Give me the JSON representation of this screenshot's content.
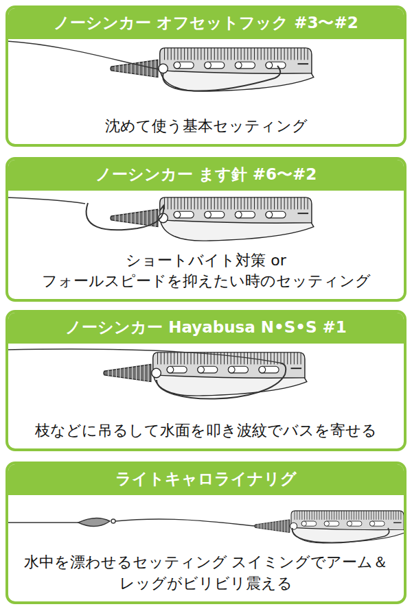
{
  "diagram": {
    "nodes": [
      {
        "text": [
          "ノーシンカー オフセットフック #3〜#2",
          "沈めて使う基本セッティング"
        ]
      },
      {
        "text": [
          "ノーシンカー ます針 #6〜#2",
          "ショートバイト対策 or フォールスピードを抑えたい時のセッティング"
        ]
      },
      {
        "text": [
          "ノーシンカー Hayabusa N•S•S #1",
          "枝などに吊るして水面を叩き波紋でバスを寄せる"
        ]
      },
      {
        "text": [
          "ライトキャロライナリグ",
          "水中を漂わせるセッティング スイミングでアーム＆レッグがビリビリ震える"
        ]
      }
    ]
  }
}
